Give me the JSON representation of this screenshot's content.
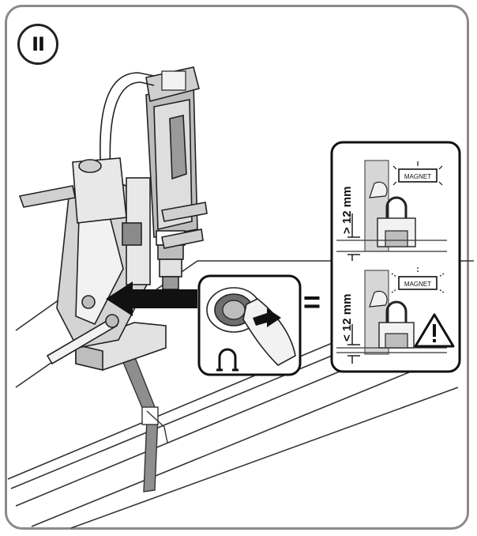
{
  "step": {
    "number": "II"
  },
  "equals_sign": "=",
  "detail_panel": {
    "top": {
      "dimension_label": "> 12 mm",
      "magnet_label": "MAGNET"
    },
    "bottom": {
      "dimension_label": "< 12 mm",
      "magnet_label": "MAGNET"
    }
  },
  "icons": {
    "magnet_symbol": "horseshoe-magnet-icon",
    "warning_symbol": "warning-triangle-icon"
  }
}
